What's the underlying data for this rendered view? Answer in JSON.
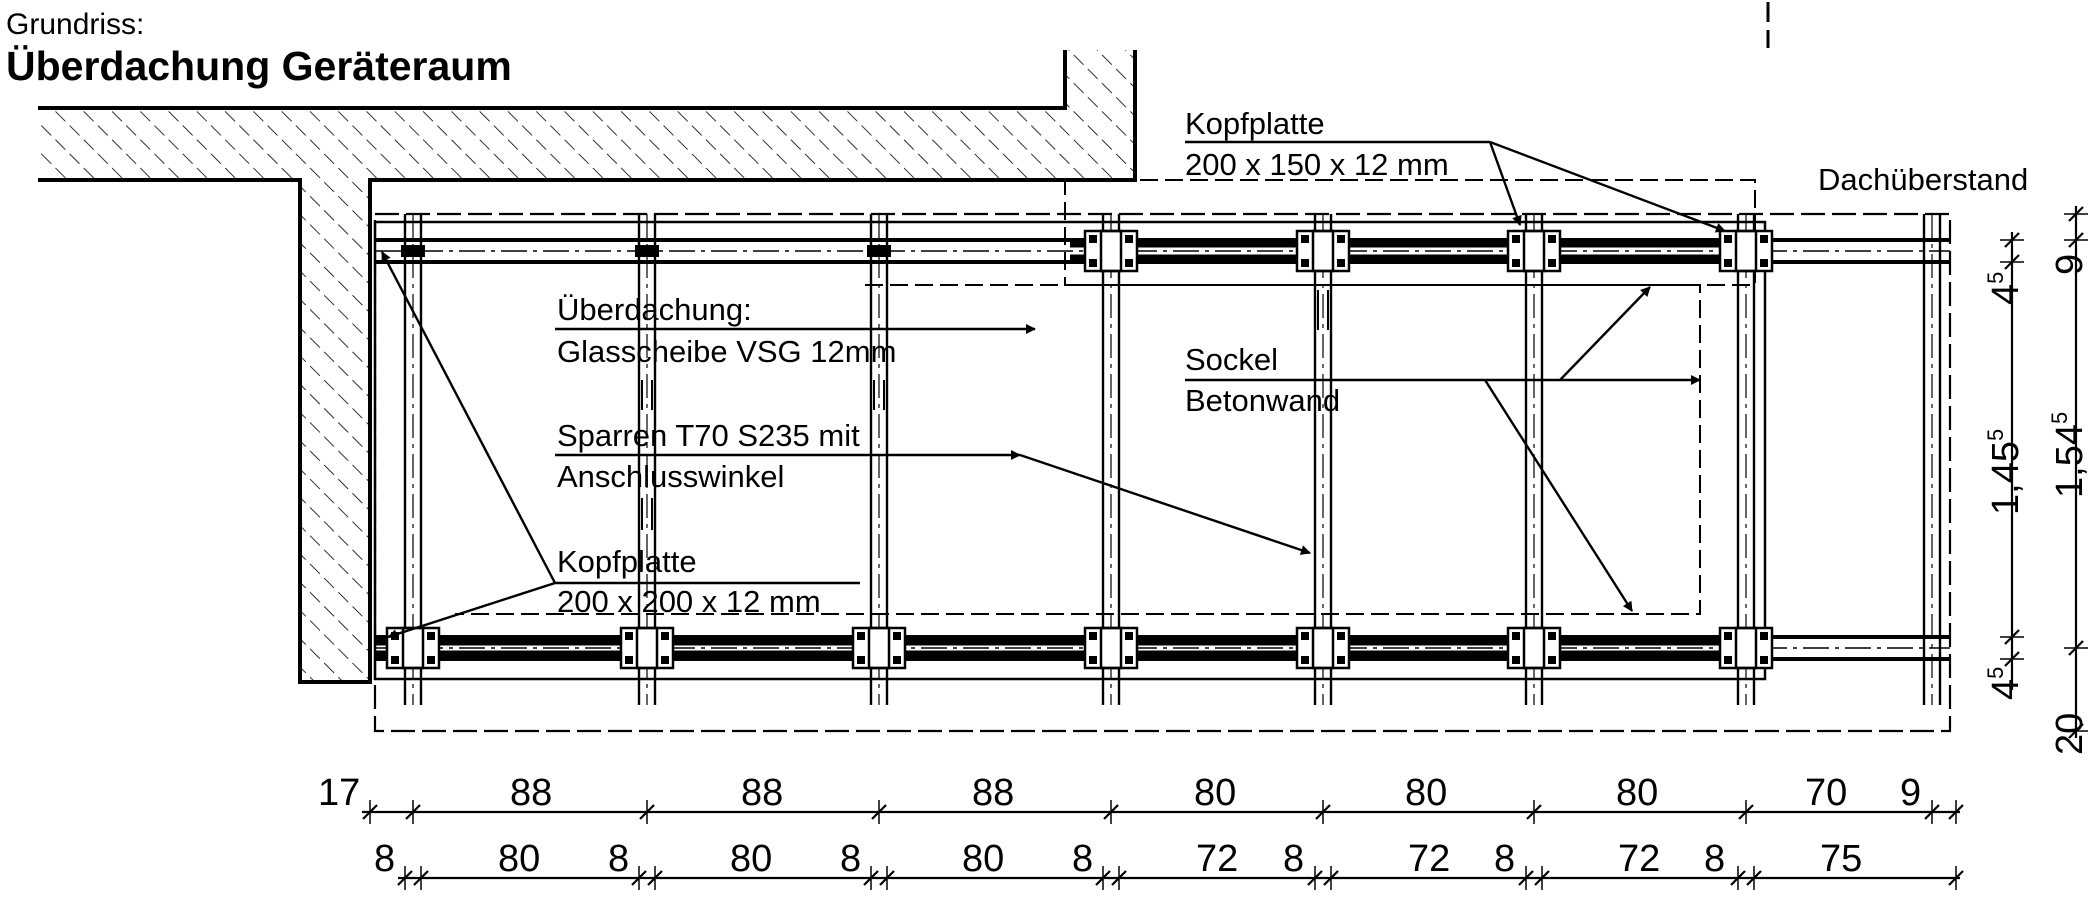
{
  "header": {
    "caption": "Grundriss:",
    "title": "Überdachung Geräteraum"
  },
  "labels": {
    "kopfplatte_top_line1": "Kopfplatte",
    "kopfplatte_top_line2": "200 x 150 x 12 mm",
    "dachueberstand": "Dachüberstand",
    "ueberdachung_line1": "Überdachung:",
    "ueberdachung_line2": "Glasscheibe VSG 12mm",
    "sockel_line1": "Sockel",
    "sockel_line2": "Betonwand",
    "sparren_line1": "Sparren T70 S235 mit",
    "sparren_line2": "Anschlusswinkel",
    "kopfplatte_bottom_line1": "Kopfplatte",
    "kopfplatte_bottom_line2": "200 x 200 x 12 mm"
  },
  "dimensions": {
    "row1": [
      "17",
      "88",
      "88",
      "88",
      "80",
      "80",
      "80",
      "70",
      "9"
    ],
    "row2": [
      "8",
      "80",
      "8",
      "80",
      "8",
      "80",
      "8",
      "72",
      "8",
      "72",
      "8",
      "72",
      "8",
      "75"
    ],
    "right_inner": {
      "top": "4",
      "top_sup": "5",
      "middle": "1,45",
      "middle_sup": "5",
      "bottom": "4",
      "bottom_sup": "5"
    },
    "right_outer": {
      "top": "9",
      "middle": "1,54",
      "middle_sup": "5",
      "bottom": "20"
    }
  }
}
